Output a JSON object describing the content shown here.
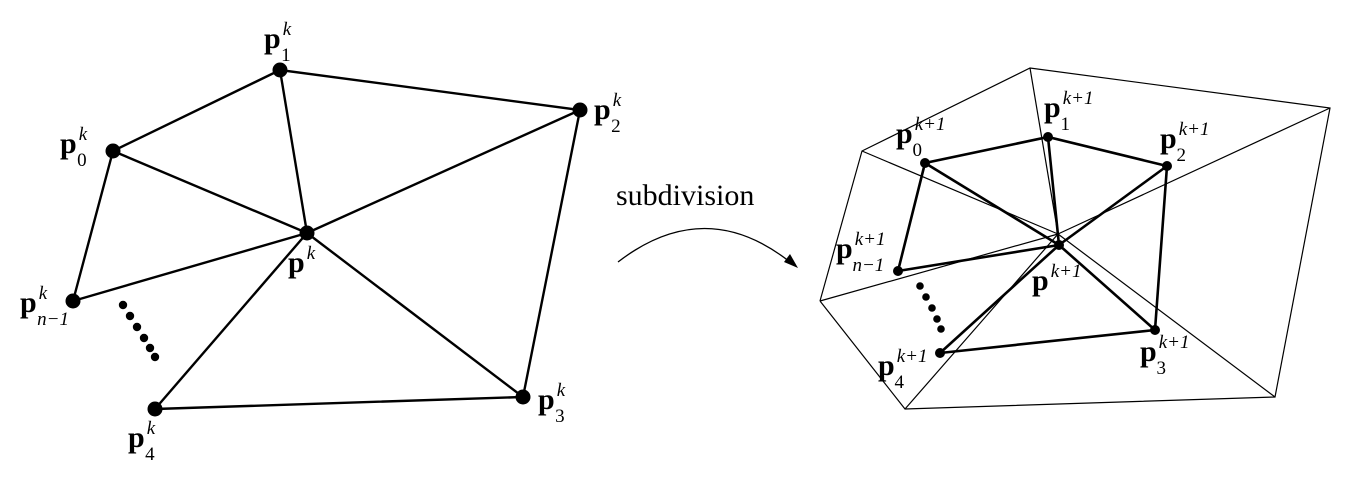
{
  "caption": "subdivision",
  "left_labels": {
    "p0": {
      "base": "p",
      "sup": "k",
      "sub": "0"
    },
    "p1": {
      "base": "p",
      "sup": "k",
      "sub": "1"
    },
    "p2": {
      "base": "p",
      "sup": "k",
      "sub": "2"
    },
    "p3": {
      "base": "p",
      "sup": "k",
      "sub": "3"
    },
    "p4": {
      "base": "p",
      "sup": "k",
      "sub": "4"
    },
    "pn": {
      "base": "p",
      "sup": "k",
      "sub": "n−1"
    },
    "pc": {
      "base": "p",
      "sup": "k",
      "sub": ""
    }
  },
  "right_labels": {
    "p0": {
      "base": "p",
      "sup": "k+1",
      "sub": "0"
    },
    "p1": {
      "base": "p",
      "sup": "k+1",
      "sub": "1"
    },
    "p2": {
      "base": "p",
      "sup": "k+1",
      "sub": "2"
    },
    "p3": {
      "base": "p",
      "sup": "k+1",
      "sub": "3"
    },
    "p4": {
      "base": "p",
      "sup": "k+1",
      "sub": "4"
    },
    "pn": {
      "base": "p",
      "sup": "k+1",
      "sub": "n−1"
    },
    "pc": {
      "base": "p",
      "sup": "k+1",
      "sub": ""
    }
  }
}
